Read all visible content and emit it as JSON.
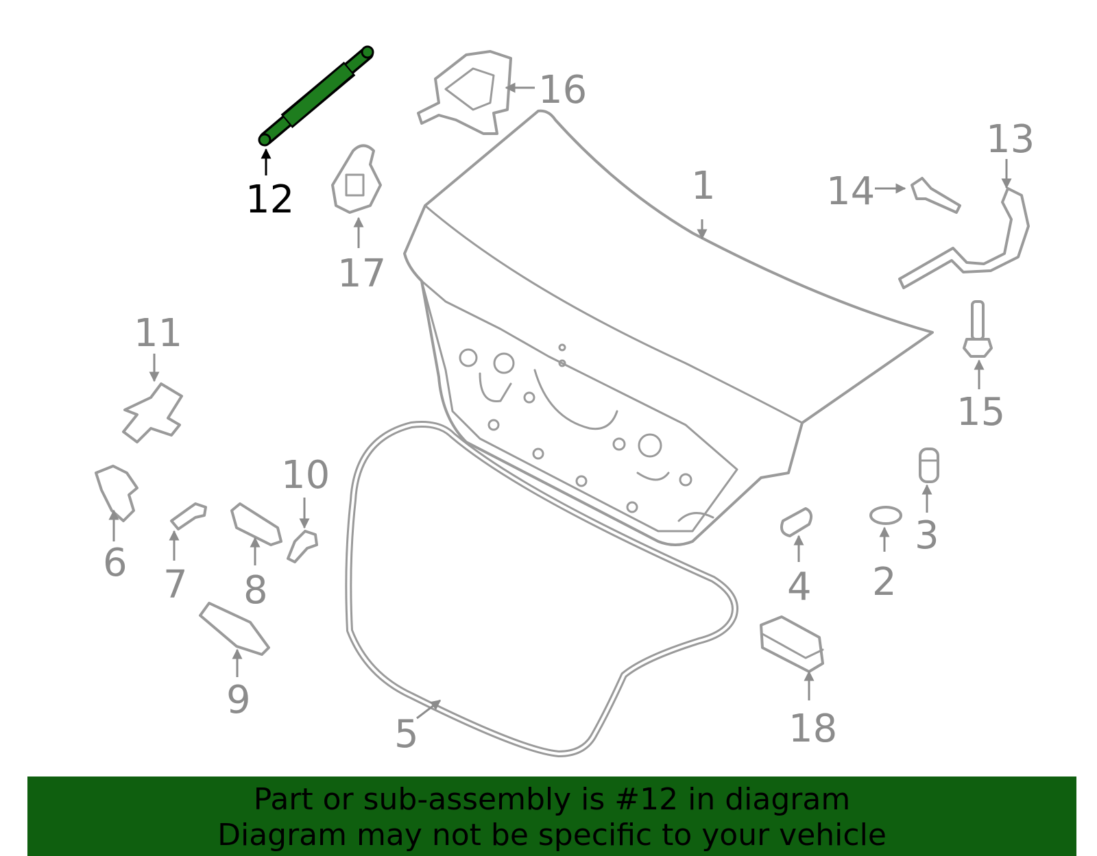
{
  "diagram": {
    "highlight_part": "12",
    "highlight_color": "#1e7d1e",
    "line_color": "#9a9a9a",
    "callouts": [
      "1",
      "2",
      "3",
      "4",
      "5",
      "6",
      "7",
      "8",
      "9",
      "10",
      "11",
      "12",
      "13",
      "14",
      "15",
      "16",
      "17",
      "18"
    ]
  },
  "banner": {
    "background": "#0f5f0f",
    "line1": "Part or sub-assembly is #12 in diagram",
    "line2": "Diagram may not be specific to your vehicle"
  }
}
